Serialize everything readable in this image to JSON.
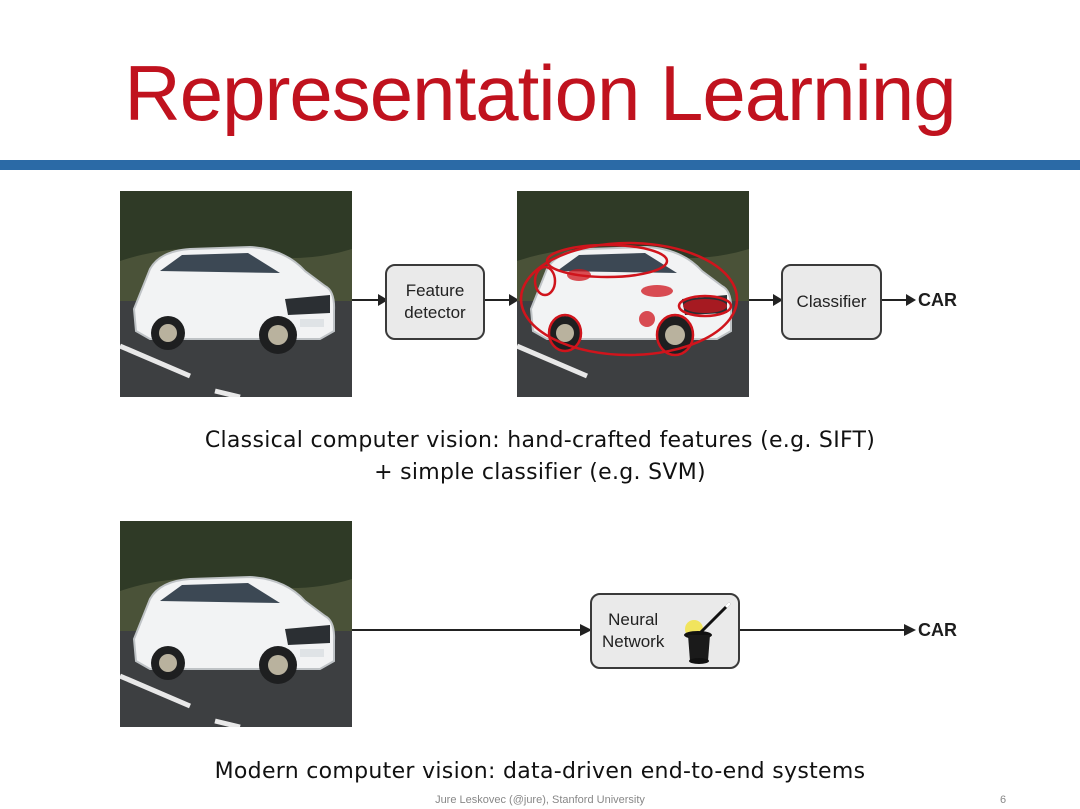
{
  "title": "Representation Learning",
  "colors": {
    "title": "#c0121e",
    "rule": "#2b6aa6"
  },
  "classical": {
    "feature_box_line1": "Feature",
    "feature_box_line2": "detector",
    "classifier_box": "Classifier",
    "output": "CAR",
    "caption_line1": "Classical computer vision: hand-crafted features (e.g. SIFT)",
    "caption_line2": "+ simple classifier (e.g. SVM)"
  },
  "modern": {
    "nn_box_line1": "Neural",
    "nn_box_line2": "Network",
    "output": "CAR",
    "caption": "Modern computer vision: data-driven end-to-end systems"
  },
  "footer": {
    "text": "Jure Leskovec (@jure), Stanford University",
    "page": "6"
  }
}
